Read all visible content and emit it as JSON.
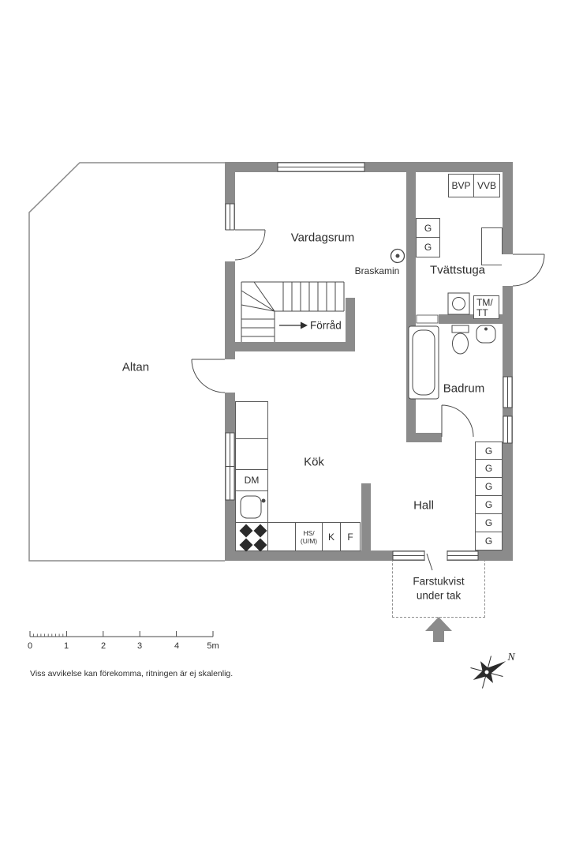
{
  "rooms": {
    "vardagsrum": "Vardagsrum",
    "tvattstuga": "Tvättstuga",
    "badrum": "Badrum",
    "kok": "Kök",
    "hall": "Hall",
    "altan": "Altan",
    "forrad": "Förråd",
    "braskamin": "Braskamin",
    "farstukvist": {
      "line1": "Farstukvist",
      "line2": "under tak"
    }
  },
  "fixtures": {
    "bvp": "BVP",
    "vvb": "VVB",
    "tm": "TM/",
    "tt": "TT",
    "dm": "DM",
    "hs1": "HS/",
    "hs2": "(U/M)",
    "k": "K",
    "f": "F"
  },
  "laundry_closets": [
    "G",
    "G"
  ],
  "hall_closets": [
    "G",
    "G",
    "G",
    "G",
    "G",
    "G"
  ],
  "scale_bar": {
    "labels": [
      "0",
      "1",
      "2",
      "3",
      "4",
      "5m"
    ]
  },
  "footnote": "Viss avvikelse kan förekomma, ritningen är ej skalenlig.",
  "compass": {
    "north": "N"
  },
  "colors": {
    "wall": "#8b8b8b",
    "line": "#4a4a4a",
    "text": "#2e2e2e"
  }
}
